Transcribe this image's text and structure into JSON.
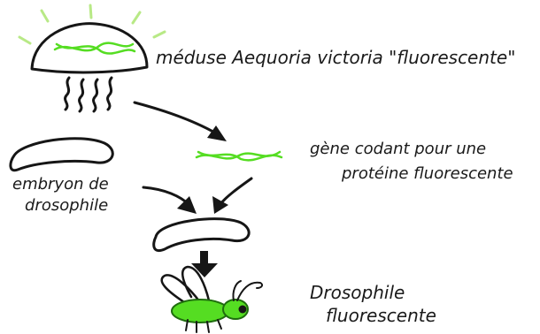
{
  "labels": {
    "jellyfish": "méduse Aequoria victoria \"fluorescente\"",
    "gene_line1": "gène codant pour une",
    "gene_line2": "protéine fluorescente",
    "embryo_line1": "embryon de",
    "embryo_line2": "drosophile",
    "fly_line1": "Drosophile",
    "fly_line2": "fluorescente"
  },
  "colors": {
    "ink": "#161616",
    "fluorescent_green": "#55dd22",
    "glow": "#b8e986"
  },
  "icons": [
    "jellyfish-drawing",
    "gene-strand-drawing",
    "embryo-drawing",
    "fly-drawing",
    "arrow"
  ]
}
